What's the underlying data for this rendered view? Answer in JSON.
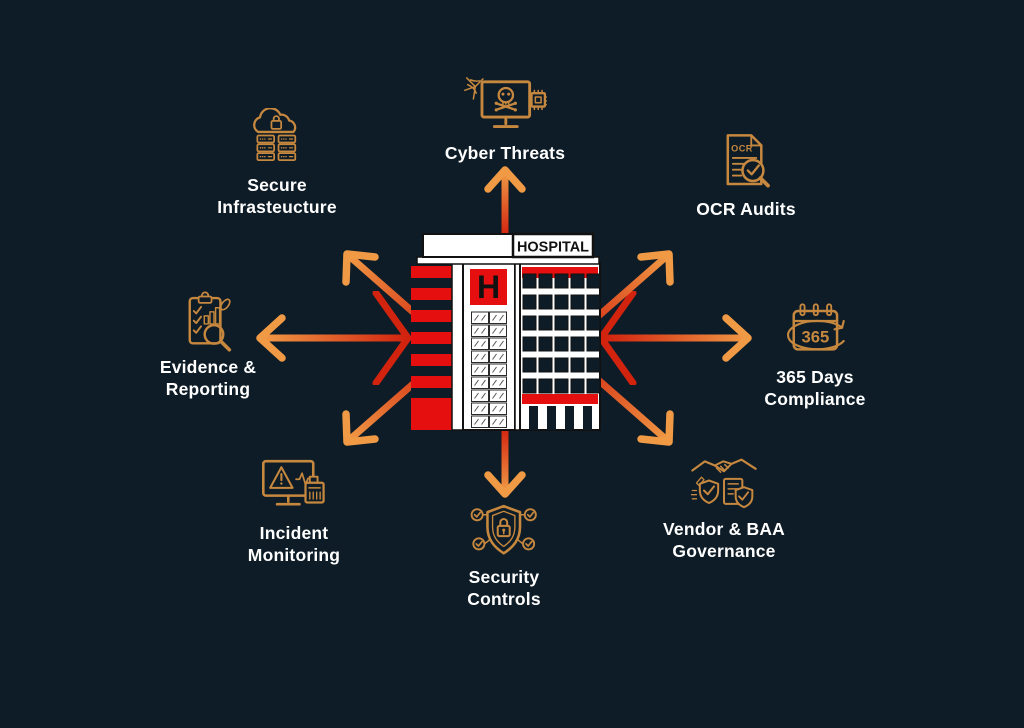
{
  "title": "Hospital compliance & security diagram",
  "building": {
    "sign": "HOSPITAL",
    "letter": "H"
  },
  "icon_text": {
    "ocr": "OCR",
    "days": "365"
  },
  "nodes": [
    {
      "id": "cyber-threats",
      "label": "Cyber Threats",
      "icon": "cyber-threats-icon"
    },
    {
      "id": "ocr-audits",
      "label": "OCR Audits",
      "icon": "ocr-audit-document-icon"
    },
    {
      "id": "365-days-compliance",
      "label": "365 Days\nCompliance",
      "icon": "calendar-365-icon"
    },
    {
      "id": "vendor-baa-governance",
      "label": "Vendor & BAA\nGovernance",
      "icon": "handshake-contract-icon"
    },
    {
      "id": "security-controls",
      "label": "Security\nControls",
      "icon": "shield-lock-icon"
    },
    {
      "id": "incident-monitoring",
      "label": "Incident\nMonitoring",
      "icon": "incident-monitor-icon"
    },
    {
      "id": "evidence-reporting",
      "label": "Evidence &\nReporting",
      "icon": "evidence-clipboard-icon"
    },
    {
      "id": "secure-infrastructure",
      "label": "Secure\nInfrasteucture",
      "icon": "secure-cloud-server-icon"
    }
  ],
  "colors": {
    "background": "#0d1c26",
    "arrow_red": "#d2230f",
    "arrow_orange": "#f09a45",
    "icon_stroke": "#c6873f",
    "building_red": "#e60f0f",
    "label_text": "#ffffff",
    "outline_black": "#111111"
  }
}
